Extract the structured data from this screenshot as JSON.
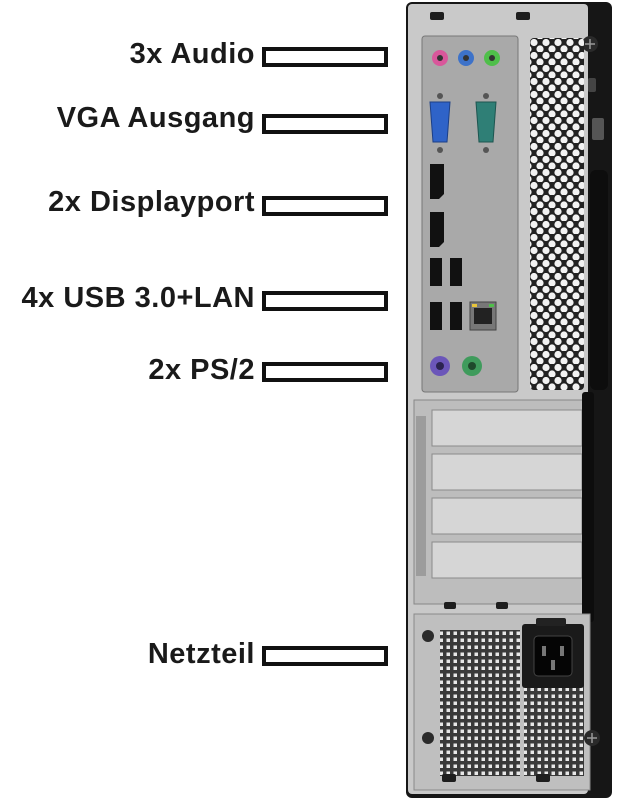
{
  "labels": {
    "audio": "3x Audio",
    "vga": "VGA Ausgang",
    "displayport": "2x Displayport",
    "usb_lan": "4x USB 3.0+LAN",
    "ps2": "2x PS/2",
    "power": "Netzteil"
  },
  "colors": {
    "audio_pink": "#d9579b",
    "audio_blue": "#3d72c9",
    "audio_green": "#4fbf4a",
    "vga_blue": "#2f63c8",
    "serial_teal": "#2f7f76",
    "ps2_purple": "#6b56b9",
    "ps2_green": "#3f9b5c",
    "chassis": "#1b1b1b",
    "panel": "#c8c8c8"
  }
}
